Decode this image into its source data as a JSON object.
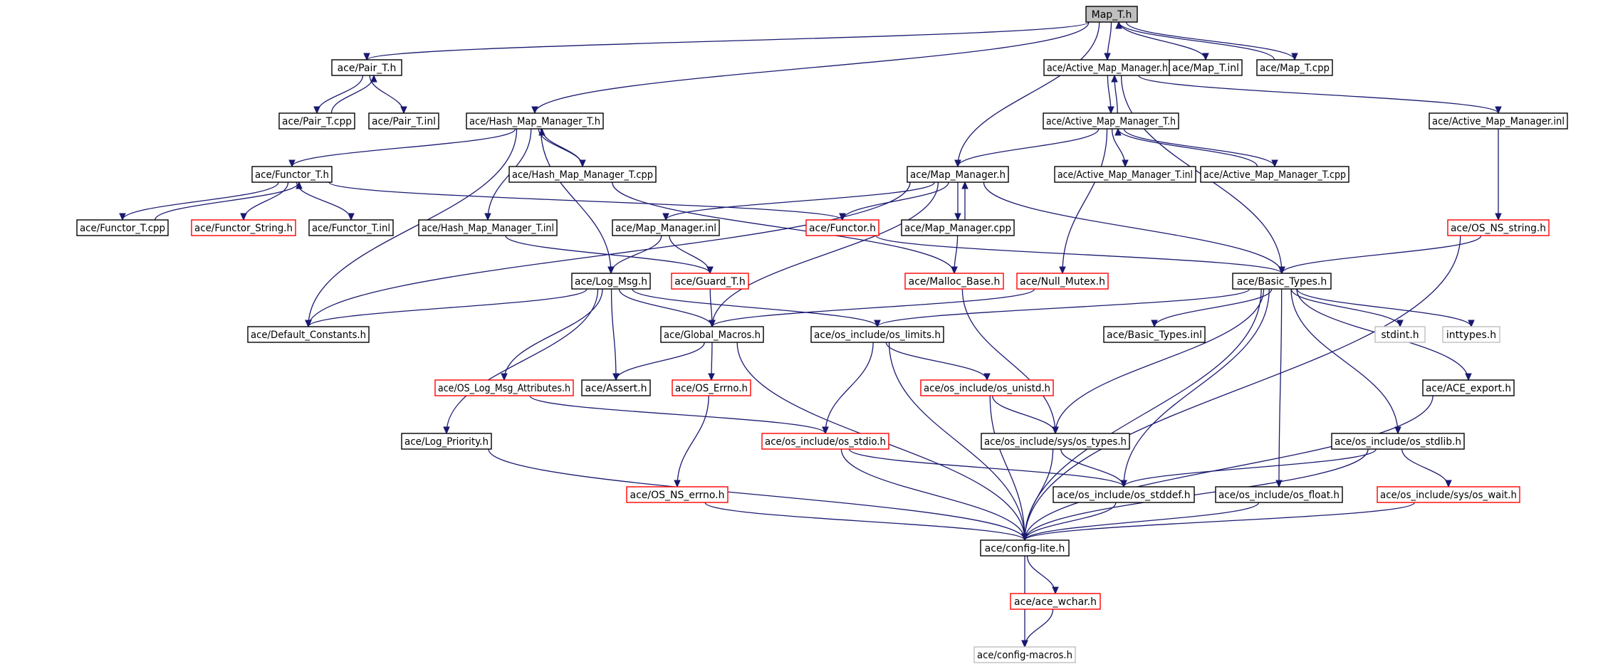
{
  "colors": {
    "edge": "#191970",
    "normal": "#000000",
    "missing": "#ff0000",
    "external": "#bfbfbf",
    "root_fill": "#bfbfbf"
  },
  "nodes": [
    {
      "id": "map_t_h",
      "label": "Map_T.h",
      "kind": "root"
    },
    {
      "id": "pair_t_h",
      "label": "ace/Pair_T.h",
      "kind": "normal"
    },
    {
      "id": "pair_t_cpp",
      "label": "ace/Pair_T.cpp",
      "kind": "normal"
    },
    {
      "id": "pair_t_inl",
      "label": "ace/Pair_T.inl",
      "kind": "normal"
    },
    {
      "id": "active_map_manager_h",
      "label": "ace/Active_Map_Manager.h",
      "kind": "normal"
    },
    {
      "id": "map_t_inl",
      "label": "ace/Map_T.inl",
      "kind": "normal"
    },
    {
      "id": "map_t_cpp",
      "label": "ace/Map_T.cpp",
      "kind": "normal"
    },
    {
      "id": "hash_map_manager_t_h",
      "label": "ace/Hash_Map_Manager_T.h",
      "kind": "normal"
    },
    {
      "id": "active_map_manager_t_h",
      "label": "ace/Active_Map_Manager_T.h",
      "kind": "normal"
    },
    {
      "id": "active_map_manager_inl",
      "label": "ace/Active_Map_Manager.inl",
      "kind": "normal"
    },
    {
      "id": "functor_t_h",
      "label": "ace/Functor_T.h",
      "kind": "normal"
    },
    {
      "id": "hash_map_manager_t_cpp",
      "label": "ace/Hash_Map_Manager_T.cpp",
      "kind": "normal"
    },
    {
      "id": "map_manager_h",
      "label": "ace/Map_Manager.h",
      "kind": "normal"
    },
    {
      "id": "active_map_manager_t_inl",
      "label": "ace/Active_Map_Manager_T.inl",
      "kind": "normal"
    },
    {
      "id": "active_map_manager_t_cpp",
      "label": "ace/Active_Map_Manager_T.cpp",
      "kind": "normal"
    },
    {
      "id": "functor_t_cpp",
      "label": "ace/Functor_T.cpp",
      "kind": "normal"
    },
    {
      "id": "functor_string_h",
      "label": "ace/Functor_String.h",
      "kind": "missing"
    },
    {
      "id": "functor_t_inl",
      "label": "ace/Functor_T.inl",
      "kind": "normal"
    },
    {
      "id": "hash_map_manager_t_inl",
      "label": "ace/Hash_Map_Manager_T.inl",
      "kind": "normal"
    },
    {
      "id": "map_manager_inl",
      "label": "ace/Map_Manager.inl",
      "kind": "normal"
    },
    {
      "id": "functor_h",
      "label": "ace/Functor.h",
      "kind": "missing"
    },
    {
      "id": "map_manager_cpp",
      "label": "ace/Map_Manager.cpp",
      "kind": "normal"
    },
    {
      "id": "os_ns_string_h",
      "label": "ace/OS_NS_string.h",
      "kind": "missing"
    },
    {
      "id": "log_msg_h",
      "label": "ace/Log_Msg.h",
      "kind": "normal"
    },
    {
      "id": "guard_t_h",
      "label": "ace/Guard_T.h",
      "kind": "missing"
    },
    {
      "id": "malloc_base_h",
      "label": "ace/Malloc_Base.h",
      "kind": "missing"
    },
    {
      "id": "null_mutex_h",
      "label": "ace/Null_Mutex.h",
      "kind": "missing"
    },
    {
      "id": "basic_types_h",
      "label": "ace/Basic_Types.h",
      "kind": "normal"
    },
    {
      "id": "default_constants_h",
      "label": "ace/Default_Constants.h",
      "kind": "normal"
    },
    {
      "id": "global_macros_h",
      "label": "ace/Global_Macros.h",
      "kind": "normal"
    },
    {
      "id": "os_limits_h",
      "label": "ace/os_include/os_limits.h",
      "kind": "normal"
    },
    {
      "id": "basic_types_inl",
      "label": "ace/Basic_Types.inl",
      "kind": "normal"
    },
    {
      "id": "stdint_h",
      "label": "stdint.h",
      "kind": "external"
    },
    {
      "id": "inttypes_h",
      "label": "inttypes.h",
      "kind": "external"
    },
    {
      "id": "os_log_msg_attributes_h",
      "label": "ace/OS_Log_Msg_Attributes.h",
      "kind": "missing"
    },
    {
      "id": "assert_h",
      "label": "ace/Assert.h",
      "kind": "normal"
    },
    {
      "id": "os_errno_h",
      "label": "ace/OS_Errno.h",
      "kind": "missing"
    },
    {
      "id": "os_unistd_h",
      "label": "ace/os_include/os_unistd.h",
      "kind": "missing"
    },
    {
      "id": "ace_export_h",
      "label": "ace/ACE_export.h",
      "kind": "normal"
    },
    {
      "id": "log_priority_h",
      "label": "ace/Log_Priority.h",
      "kind": "normal"
    },
    {
      "id": "os_stdio_h",
      "label": "ace/os_include/os_stdio.h",
      "kind": "missing"
    },
    {
      "id": "os_types_h",
      "label": "ace/os_include/sys/os_types.h",
      "kind": "normal"
    },
    {
      "id": "os_stdlib_h",
      "label": "ace/os_include/os_stdlib.h",
      "kind": "normal"
    },
    {
      "id": "os_ns_errno_h",
      "label": "ace/OS_NS_errno.h",
      "kind": "missing"
    },
    {
      "id": "os_stddef_h",
      "label": "ace/os_include/os_stddef.h",
      "kind": "normal"
    },
    {
      "id": "os_float_h",
      "label": "ace/os_include/os_float.h",
      "kind": "normal"
    },
    {
      "id": "os_wait_h",
      "label": "ace/os_include/sys/os_wait.h",
      "kind": "missing"
    },
    {
      "id": "config_lite_h",
      "label": "ace/config-lite.h",
      "kind": "normal"
    },
    {
      "id": "ace_wchar_h",
      "label": "ace/ace_wchar.h",
      "kind": "missing"
    },
    {
      "id": "config_macros_h",
      "label": "ace/config-macros.h",
      "kind": "external"
    }
  ],
  "edges": [
    [
      "map_t_h",
      "pair_t_h"
    ],
    [
      "map_t_h",
      "hash_map_manager_t_h"
    ],
    [
      "map_t_h",
      "map_manager_h"
    ],
    [
      "map_t_h",
      "active_map_manager_h"
    ],
    [
      "map_t_h",
      "map_t_inl"
    ],
    [
      "map_t_h",
      "map_t_cpp"
    ],
    [
      "map_t_cpp",
      "map_t_h"
    ],
    [
      "pair_t_h",
      "pair_t_cpp"
    ],
    [
      "pair_t_cpp",
      "pair_t_h"
    ],
    [
      "pair_t_h",
      "pair_t_inl"
    ],
    [
      "hash_map_manager_t_h",
      "functor_t_h"
    ],
    [
      "hash_map_manager_t_h",
      "hash_map_manager_t_cpp"
    ],
    [
      "hash_map_manager_t_cpp",
      "hash_map_manager_t_h"
    ],
    [
      "hash_map_manager_t_h",
      "hash_map_manager_t_inl"
    ],
    [
      "hash_map_manager_t_h",
      "log_msg_h"
    ],
    [
      "hash_map_manager_t_h",
      "default_constants_h"
    ],
    [
      "hash_map_manager_t_cpp",
      "malloc_base_h"
    ],
    [
      "hash_map_manager_t_inl",
      "guard_t_h"
    ],
    [
      "functor_t_h",
      "functor_t_cpp"
    ],
    [
      "functor_t_cpp",
      "functor_t_h"
    ],
    [
      "functor_t_h",
      "functor_string_h"
    ],
    [
      "functor_t_h",
      "functor_t_inl"
    ],
    [
      "functor_t_h",
      "functor_h"
    ],
    [
      "functor_h",
      "basic_types_h"
    ],
    [
      "active_map_manager_h",
      "active_map_manager_t_h"
    ],
    [
      "active_map_manager_t_h",
      "active_map_manager_h"
    ],
    [
      "active_map_manager_h",
      "active_map_manager_inl"
    ],
    [
      "active_map_manager_h",
      "basic_types_h"
    ],
    [
      "active_map_manager_inl",
      "os_ns_string_h"
    ],
    [
      "active_map_manager_t_h",
      "map_manager_h"
    ],
    [
      "active_map_manager_t_h",
      "active_map_manager_t_inl"
    ],
    [
      "active_map_manager_t_h",
      "active_map_manager_t_cpp"
    ],
    [
      "active_map_manager_t_cpp",
      "active_map_manager_t_h"
    ],
    [
      "active_map_manager_t_h",
      "null_mutex_h"
    ],
    [
      "map_manager_h",
      "map_manager_inl"
    ],
    [
      "map_manager_h",
      "map_manager_cpp"
    ],
    [
      "map_manager_cpp",
      "map_manager_h"
    ],
    [
      "map_manager_h",
      "functor_h"
    ],
    [
      "map_manager_h",
      "default_constants_h"
    ],
    [
      "map_manager_h",
      "global_macros_h"
    ],
    [
      "map_manager_h",
      "basic_types_h"
    ],
    [
      "map_manager_inl",
      "log_msg_h"
    ],
    [
      "map_manager_inl",
      "guard_t_h"
    ],
    [
      "map_manager_cpp",
      "malloc_base_h"
    ],
    [
      "os_ns_string_h",
      "basic_types_h"
    ],
    [
      "os_ns_string_h",
      "config_lite_h"
    ],
    [
      "log_msg_h",
      "default_constants_h"
    ],
    [
      "log_msg_h",
      "global_macros_h"
    ],
    [
      "log_msg_h",
      "os_limits_h"
    ],
    [
      "log_msg_h",
      "os_log_msg_attributes_h"
    ],
    [
      "log_msg_h",
      "assert_h"
    ],
    [
      "log_msg_h",
      "log_priority_h"
    ],
    [
      "guard_t_h",
      "global_macros_h"
    ],
    [
      "null_mutex_h",
      "global_macros_h"
    ],
    [
      "malloc_base_h",
      "os_types_h"
    ],
    [
      "basic_types_h",
      "os_limits_h"
    ],
    [
      "basic_types_h",
      "basic_types_inl"
    ],
    [
      "basic_types_h",
      "stdint_h"
    ],
    [
      "basic_types_h",
      "inttypes_h"
    ],
    [
      "basic_types_h",
      "ace_export_h"
    ],
    [
      "basic_types_h",
      "os_stdlib_h"
    ],
    [
      "basic_types_h",
      "os_float_h"
    ],
    [
      "basic_types_h",
      "os_stddef_h"
    ],
    [
      "basic_types_h",
      "os_types_h"
    ],
    [
      "basic_types_h",
      "config_lite_h"
    ],
    [
      "global_macros_h",
      "assert_h"
    ],
    [
      "global_macros_h",
      "os_errno_h"
    ],
    [
      "global_macros_h",
      "config_lite_h"
    ],
    [
      "os_limits_h",
      "os_unistd_h"
    ],
    [
      "os_limits_h",
      "os_stdio_h"
    ],
    [
      "os_limits_h",
      "config_lite_h"
    ],
    [
      "os_log_msg_attributes_h",
      "os_stdio_h"
    ],
    [
      "os_errno_h",
      "os_ns_errno_h"
    ],
    [
      "os_unistd_h",
      "os_types_h"
    ],
    [
      "os_unistd_h",
      "config_lite_h"
    ],
    [
      "log_priority_h",
      "config_lite_h"
    ],
    [
      "os_stdio_h",
      "os_stddef_h"
    ],
    [
      "os_stdio_h",
      "config_lite_h"
    ],
    [
      "os_types_h",
      "os_stddef_h"
    ],
    [
      "os_types_h",
      "config_lite_h"
    ],
    [
      "os_stdlib_h",
      "os_stddef_h"
    ],
    [
      "os_stdlib_h",
      "os_wait_h"
    ],
    [
      "os_stdlib_h",
      "config_lite_h"
    ],
    [
      "os_ns_errno_h",
      "config_lite_h"
    ],
    [
      "os_stddef_h",
      "config_lite_h"
    ],
    [
      "os_float_h",
      "config_lite_h"
    ],
    [
      "os_wait_h",
      "config_lite_h"
    ],
    [
      "ace_export_h",
      "config_lite_h"
    ],
    [
      "config_lite_h",
      "ace_wchar_h"
    ],
    [
      "config_lite_h",
      "config_macros_h"
    ],
    [
      "ace_wchar_h",
      "config_macros_h"
    ]
  ]
}
